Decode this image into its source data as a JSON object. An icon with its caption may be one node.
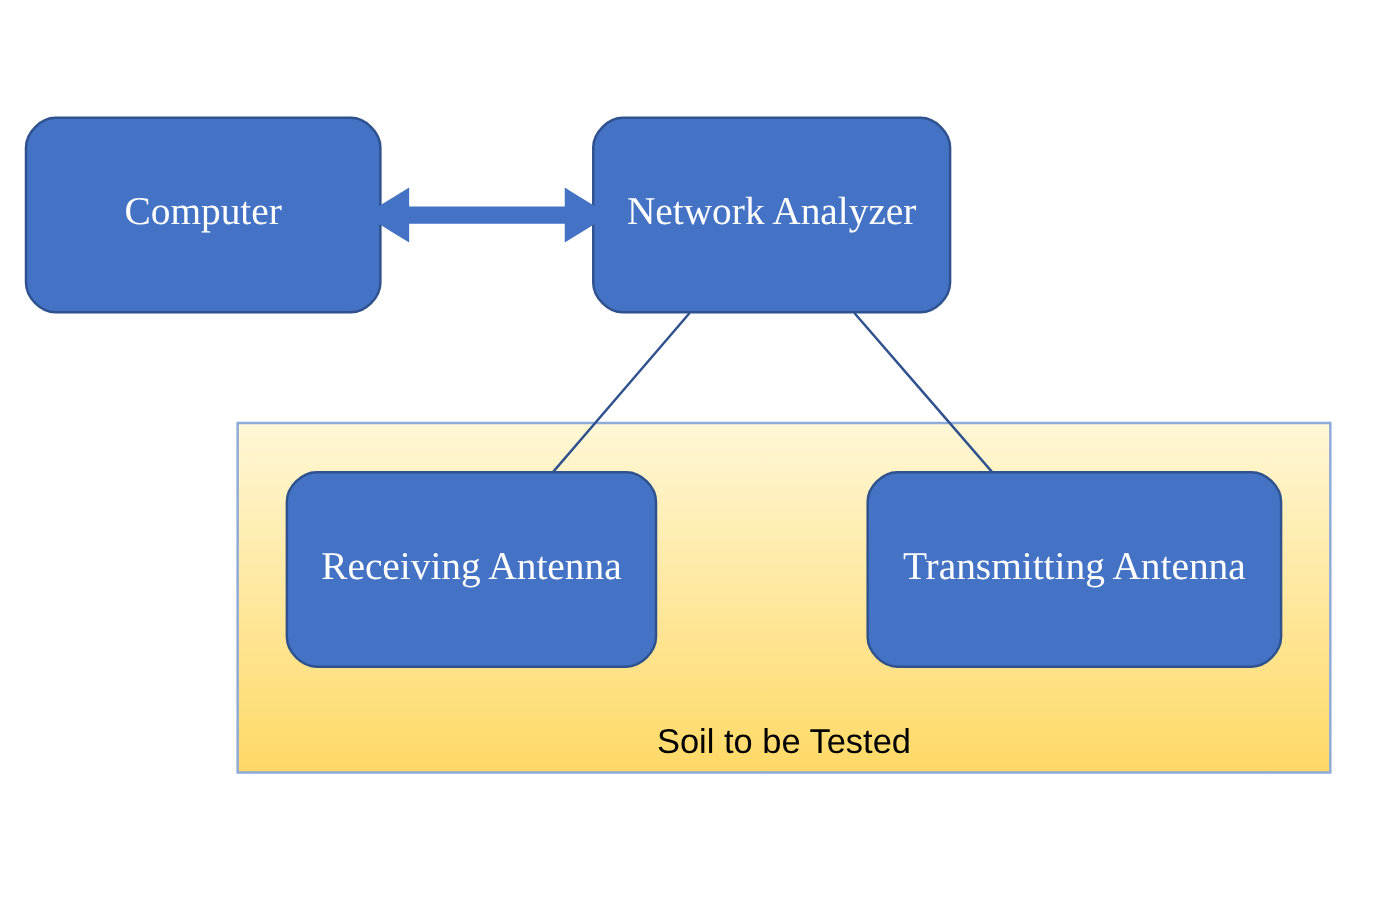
{
  "diagram": {
    "nodes": [
      {
        "text": [
          "Computer"
        ]
      },
      {
        "text": [
          "Network Analyzer"
        ]
      },
      {
        "text": [
          "Soil to be Tested"
        ]
      },
      {
        "text": [
          "Transmitting Antenna"
        ],
        "in": 2
      },
      {
        "text": [
          "Receiving Antenna"
        ],
        "in": 2
      }
    ],
    "edges": [
      {
        "from": 0,
        "to": 1,
        "arrow": "both",
        "style": "thick",
        "color": "#4472c4"
      },
      {
        "from": 1,
        "to": 3,
        "arrow": "none"
      },
      {
        "from": 1,
        "to": 4,
        "arrow": "none"
      }
    ]
  }
}
